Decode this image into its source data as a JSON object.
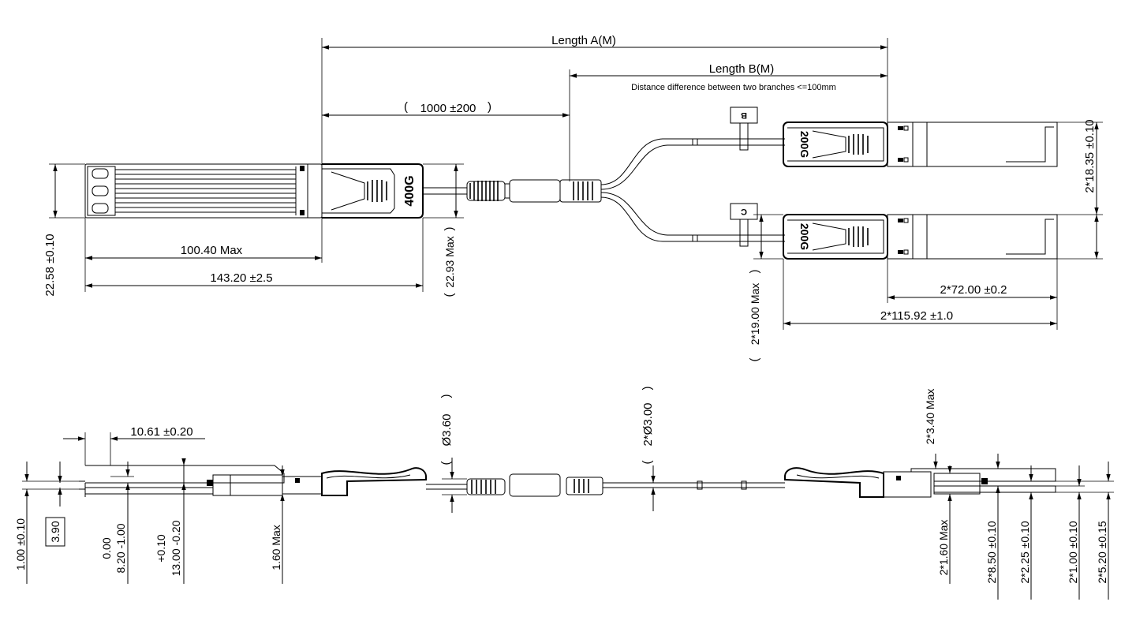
{
  "dimensions": {
    "length_a": "Length A(M)",
    "length_b": "Length B(M)",
    "branch_note": "Distance difference between two branches <=100mm",
    "breakout_length": "1000 ±200",
    "main_width": "22.58 ±0.10",
    "main_body_length": "100.40 Max",
    "main_total_length": "143.20 ±2.5",
    "main_head_height": "22.93 Max",
    "branch_pitch": "2*18.35 ±0.10",
    "branch_body_length": "2*72.00 ±0.2",
    "branch_total_length": "2*115.92 ±1.0",
    "branch_head_height": "2*19.00 Max",
    "latch_offset": "10.61 ±0.20",
    "main_cable_dia": "3.60",
    "branch_cable_dia": "3.00",
    "branch_cable_prefix": "2*",
    "diameter_symbol": "Ø",
    "branch_head_thickness": "2*3.40 Max",
    "main_tip_thickness": "1.00 ±0.10",
    "main_ref_box": "3.90",
    "main_tol_upper": "0.00",
    "main_tol_lower": "8.20 -1.00",
    "main_thick_upper": "+0.10",
    "main_thick_lower": "13.00 -0.20",
    "main_boot_max": "1.60 Max",
    "branch_boot_max": "2*1.60 Max",
    "branch_dim_1": "2*8.50 ±0.10",
    "branch_dim_2": "2*2.25 ±0.10",
    "branch_dim_3": "2*1.00 ±0.10",
    "branch_dim_4": "2*5.20 ±0.15"
  },
  "labels": {
    "main_module": "400G",
    "branch_module_top": "200G",
    "branch_module_bottom": "200G",
    "tag_b": "B",
    "tag_c": "C"
  }
}
